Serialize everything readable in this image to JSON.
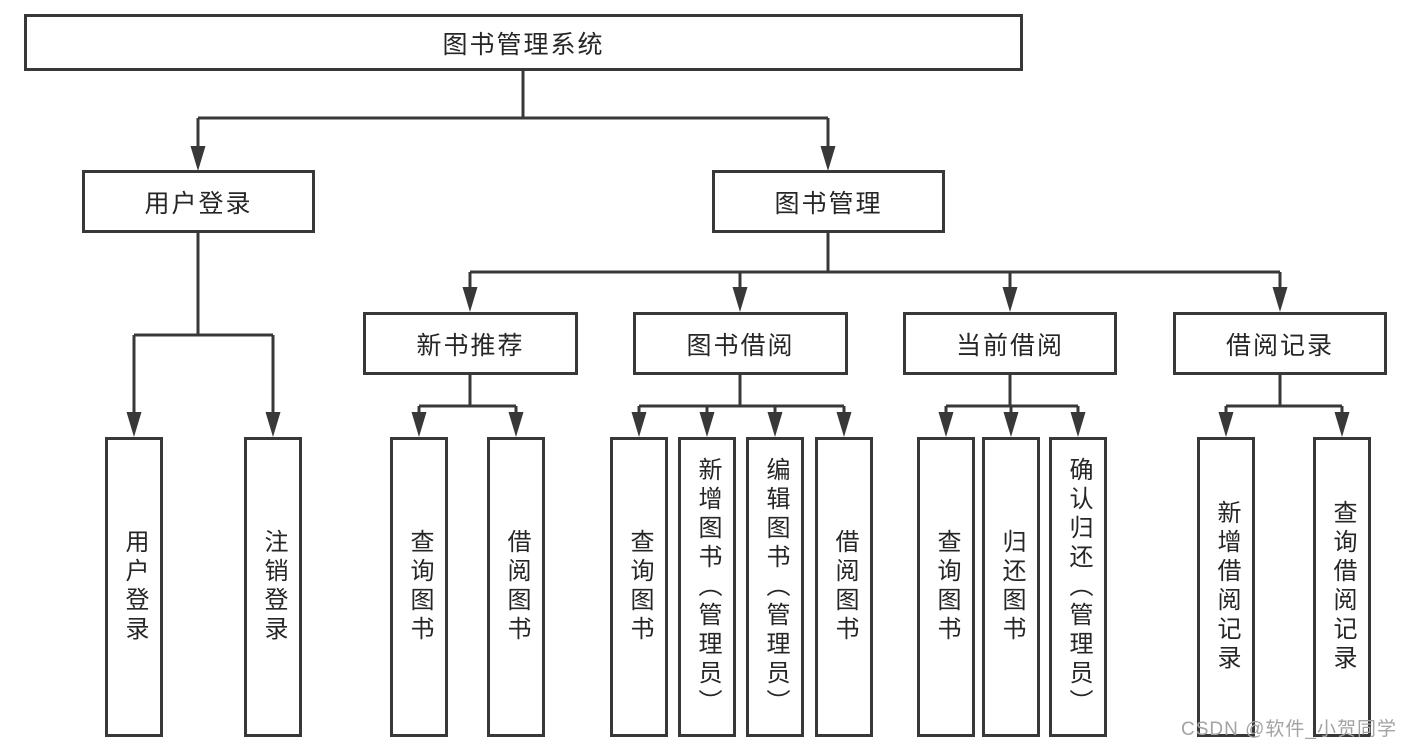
{
  "diagram": {
    "root": {
      "label": "图书管理系统"
    },
    "level2": [
      {
        "label": "用户登录"
      },
      {
        "label": "图书管理"
      }
    ],
    "level3": [
      {
        "label": "新书推荐"
      },
      {
        "label": "图书借阅"
      },
      {
        "label": "当前借阅"
      },
      {
        "label": "借阅记录"
      }
    ],
    "leaves": [
      {
        "label": "用户登录"
      },
      {
        "label": "注销登录"
      },
      {
        "label": "查询图书"
      },
      {
        "label": "借阅图书"
      },
      {
        "label": "查询图书"
      },
      {
        "label": "新增图书（管理员）"
      },
      {
        "label": "编辑图书（管理员）"
      },
      {
        "label": "借阅图书"
      },
      {
        "label": "查询图书"
      },
      {
        "label": "归还图书"
      },
      {
        "label": "确认归还（管理员）"
      },
      {
        "label": "新增借阅记录"
      },
      {
        "label": "查询借阅记录"
      }
    ]
  },
  "watermark": "CSDN @软件_小贺同学",
  "colors": {
    "line": "#383838",
    "text": "#262626",
    "box_background": "#ffffff",
    "watermark": "#a3a3a3"
  }
}
